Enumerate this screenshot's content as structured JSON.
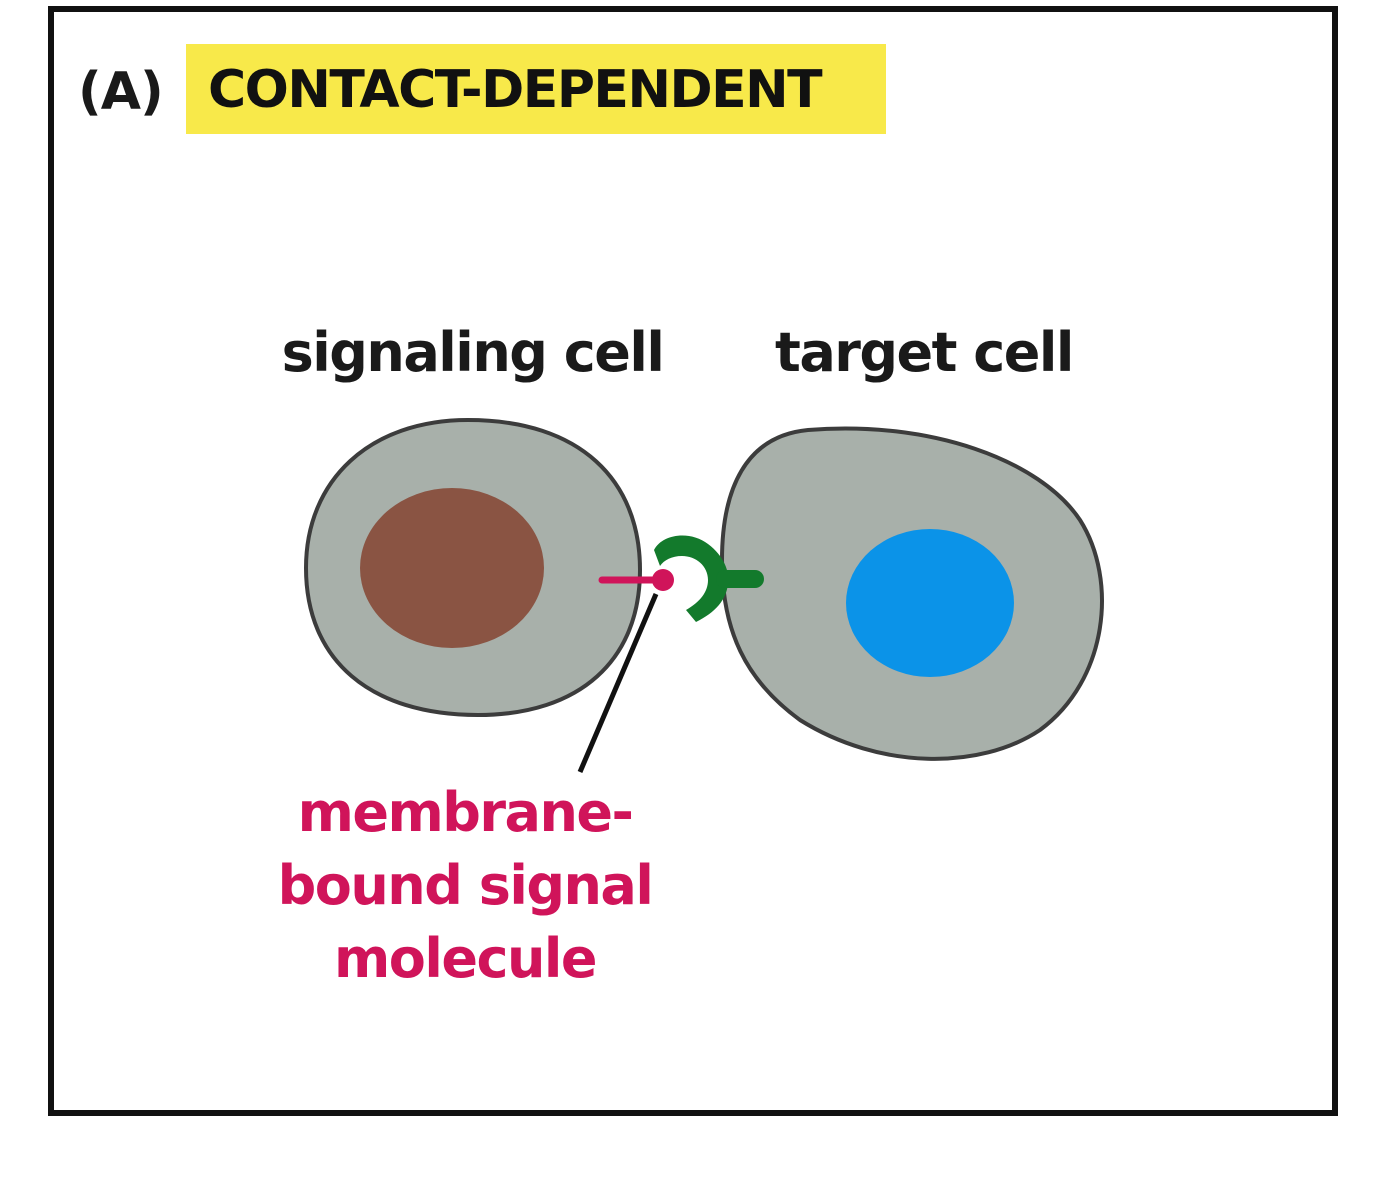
{
  "panel": {
    "letter": "(A)",
    "title": "CONTACT-DEPENDENT"
  },
  "labels": {
    "signaling_cell": "signaling cell",
    "target_cell": "target cell",
    "signal_molecule": [
      "membrane-",
      "bound signal",
      "molecule"
    ]
  },
  "colors": {
    "title_highlight": "#f8e94a",
    "cell_fill": "#a8b0aa",
    "cell_outline": "#3c3c3c",
    "signaling_nucleus": "#8a5443",
    "target_nucleus": "#0b93e8",
    "signal_molecule": "#d0145a",
    "receptor": "#137a2c",
    "frame": "#111111"
  },
  "icons": {
    "signal_molecule": "membrane-bound-ligand-icon",
    "receptor": "receptor-icon"
  }
}
